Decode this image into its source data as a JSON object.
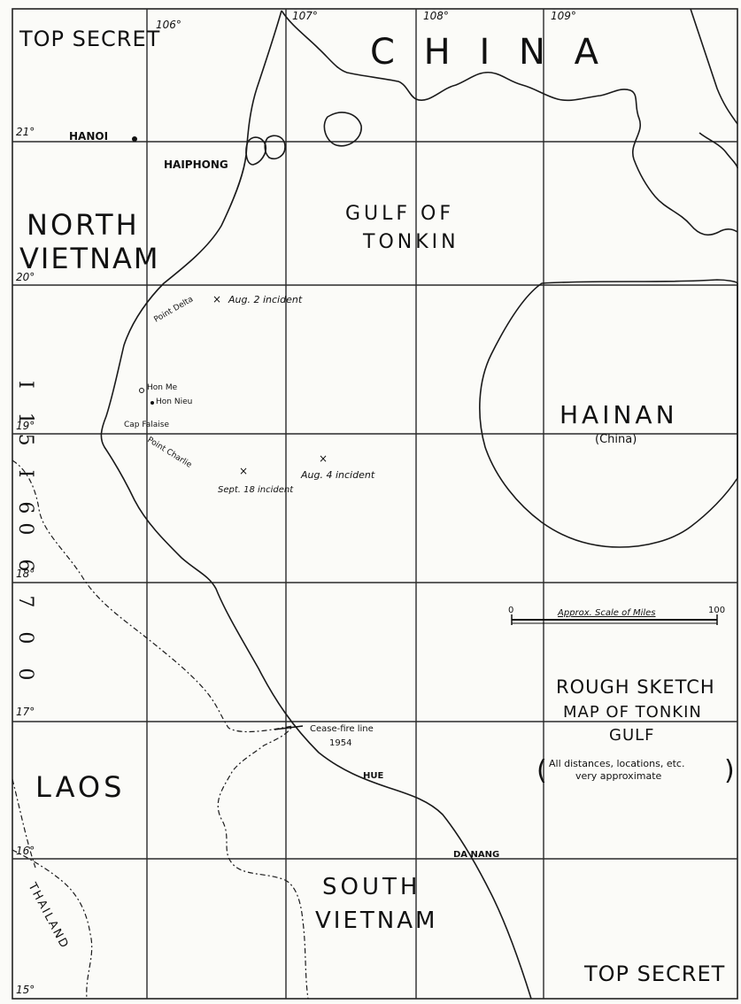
{
  "classification": {
    "top": "TOP SECRET",
    "bottom": "TOP SECRET"
  },
  "longitudes": [
    "106°",
    "107°",
    "108°",
    "109°"
  ],
  "latitudes": [
    "21°",
    "20°",
    "19°",
    "18°",
    "17°",
    "16°",
    "15°"
  ],
  "regions": {
    "china": "C H I N A",
    "north_vietnam_1": "NORTH",
    "north_vietnam_2": "VIETNAM",
    "gulf_1": "GULF OF",
    "gulf_2": "TONKIN",
    "hainan": "HAINAN",
    "hainan_sub": "(China)",
    "laos": "LAOS",
    "thailand": "THAILAND",
    "south_vietnam_1": "SOUTH",
    "south_vietnam_2": "VIETNAM"
  },
  "places": {
    "hanoi": "HANOI",
    "haiphong": "HAIPHONG",
    "point_delta": "Point Delta",
    "hon_me": "Hon Me",
    "hon_nieu": "Hon Nieu",
    "cap_falaise": "Cap Falaise",
    "point_charlie": "Point Charlie",
    "hue": "HUE",
    "da_nang": "DA NANG"
  },
  "incidents": {
    "aug2": "Aug. 2 incident",
    "aug4": "Aug. 4 incident",
    "sept18": "Sept. 18 incident"
  },
  "ceasefire": {
    "line1": "Cease-fire line",
    "line2": "1954"
  },
  "scale": {
    "start": "0",
    "end": "100",
    "label": "Approx. Scale of Miles"
  },
  "title": {
    "line1": "ROUGH SKETCH",
    "line2": "MAP OF TONKIN",
    "line3": "GULF",
    "note1": "All distances, locations, etc.",
    "note2": "very approximate"
  },
  "margin_stamp": "I 15 I 60 6 7 0 0"
}
